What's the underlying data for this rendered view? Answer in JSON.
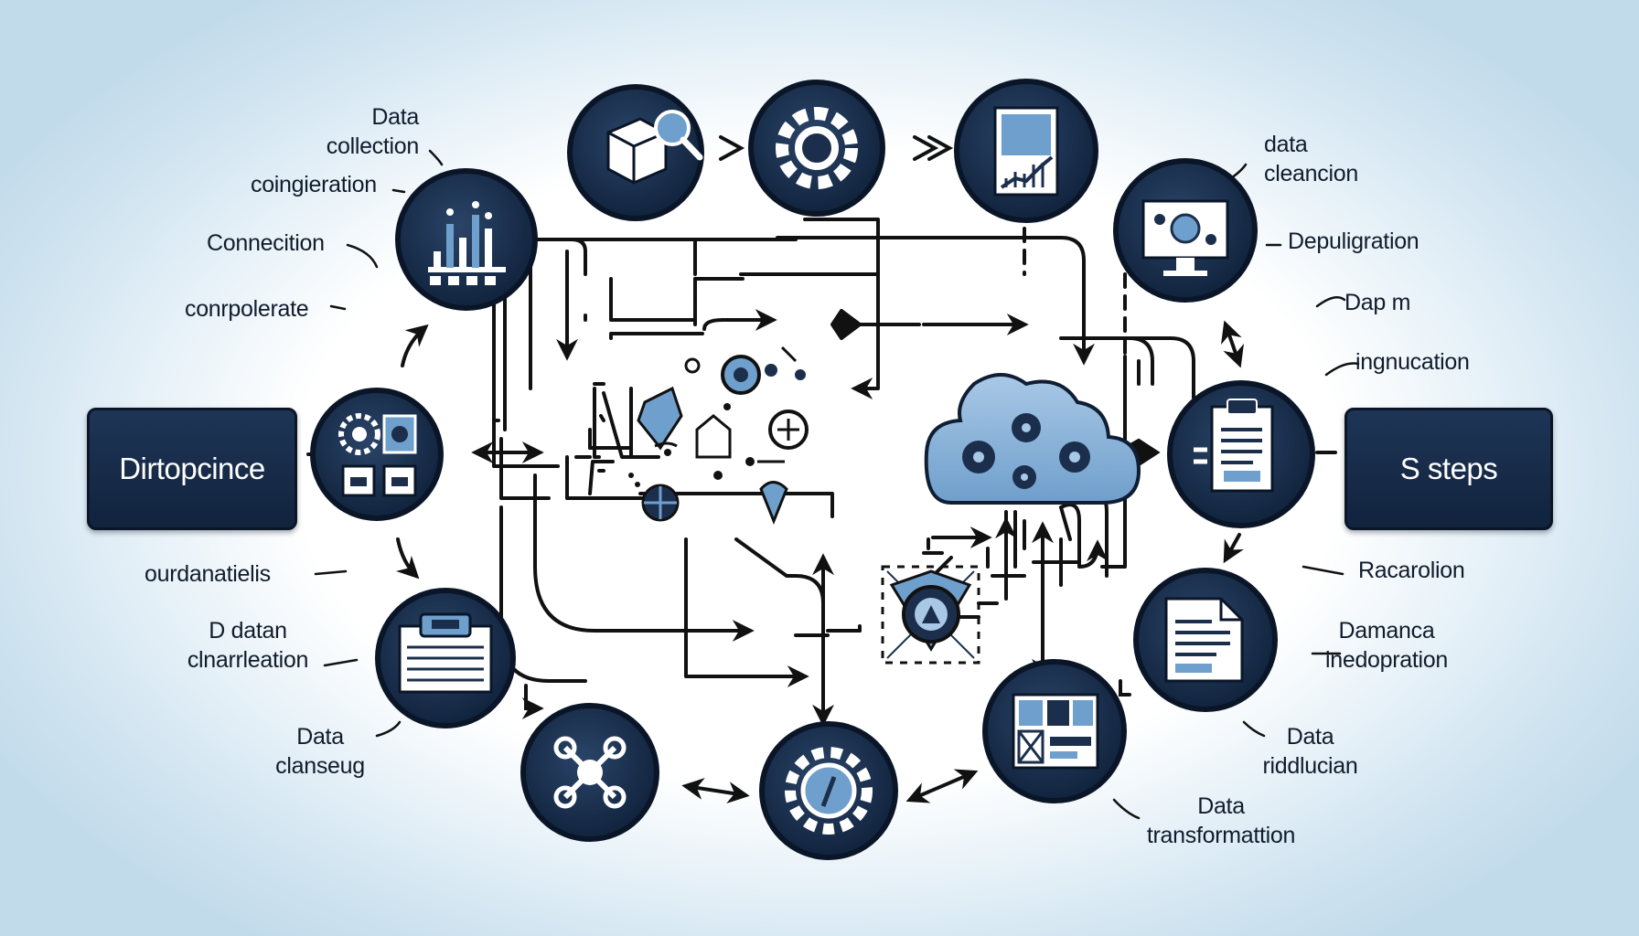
{
  "side_boxes": {
    "left": "Dirtopcince",
    "right": "S steps"
  },
  "labels": {
    "data_collection": "Data\ncollection",
    "coingieration": "coingieration",
    "connecition": "Connecition",
    "conrpolerate": "conrpolerate",
    "ourdanatielis": "ourdanatielis",
    "d_datan": "D  datan\nclnarrleation",
    "data_clanseug": "Data\nclanseug",
    "data_cleancion": "data\ncleancion",
    "depuligration": "Depuligration",
    "dap_m": "Dap m",
    "ingnucation": "ingnucation",
    "racarolion": "Racarolion",
    "damanca": "Damanca\ninedopration",
    "data_riddlucian": "Data\nriddlucian",
    "data_transformattion": "Data\ntransformattion"
  },
  "nodes": [
    {
      "name": "search-cube-node-icon"
    },
    {
      "name": "gear-node-icon"
    },
    {
      "name": "report-chart-node-icon"
    },
    {
      "name": "monitor-node-icon"
    },
    {
      "name": "clipboard-node-icon"
    },
    {
      "name": "document-node-icon"
    },
    {
      "name": "dashboard-panel-node-icon"
    },
    {
      "name": "gear-gauge-node-icon"
    },
    {
      "name": "drone-network-node-icon"
    },
    {
      "name": "form-list-node-icon"
    },
    {
      "name": "hardware-node-icon"
    },
    {
      "name": "bar-chart-node-icon"
    }
  ],
  "colors": {
    "node_fill": "#1b2f4c",
    "node_ring": "#0a1628",
    "accent": "#6f9fcc",
    "line": "#111111",
    "cloud": "#7fa9d3"
  }
}
